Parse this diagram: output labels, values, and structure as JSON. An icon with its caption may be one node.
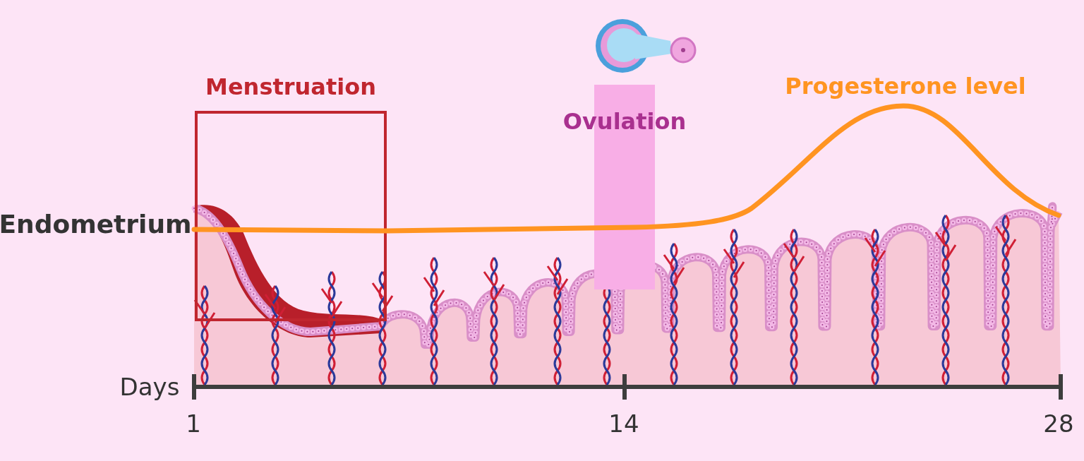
{
  "diagram": {
    "nodes": [
      {
        "text": [
          "Menstruation"
        ]
      },
      {
        "text": [
          "Ovulation"
        ]
      }
    ],
    "labels": [
      "Progesterone level",
      "Endometrium",
      "Days",
      "1",
      "14",
      "28"
    ]
  }
}
